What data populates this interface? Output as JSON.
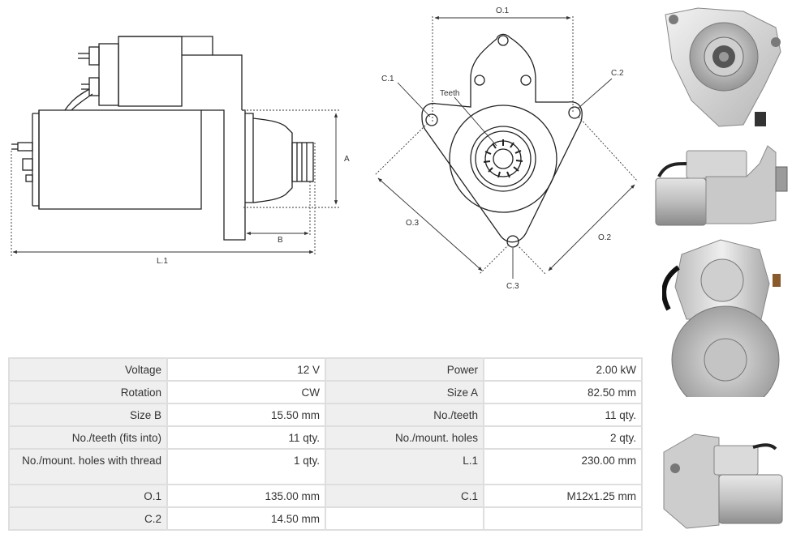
{
  "diagram": {
    "labels": {
      "A": "A",
      "B": "B",
      "L1": "L.1",
      "O1": "O.1",
      "O2": "O.2",
      "O3": "O.3",
      "C1": "C.1",
      "C2": "C.2",
      "C3": "C.3",
      "teeth": "Teeth"
    }
  },
  "specs": [
    [
      {
        "label": "Voltage",
        "value": "12 V"
      },
      {
        "label": "Power",
        "value": "2.00 kW"
      }
    ],
    [
      {
        "label": "Rotation",
        "value": "CW"
      },
      {
        "label": "Size A",
        "value": "82.50 mm"
      }
    ],
    [
      {
        "label": "Size B",
        "value": "15.50 mm"
      },
      {
        "label": "No./teeth",
        "value": "11 qty."
      }
    ],
    [
      {
        "label": "No./teeth (fits into)",
        "value": "11 qty."
      },
      {
        "label": "No./mount. holes",
        "value": "2 qty."
      }
    ],
    [
      {
        "label": "No./mount. holes with thread",
        "value": "1 qty."
      },
      {
        "label": "L.1",
        "value": "230.00 mm"
      }
    ],
    [
      {
        "label": "O.1",
        "value": "135.00 mm"
      },
      {
        "label": "C.1",
        "value": "M12x1.25 mm"
      }
    ],
    [
      {
        "label": "C.2",
        "value": "14.50 mm"
      },
      {
        "label": "",
        "value": ""
      }
    ]
  ],
  "photos": [
    "starter-front-view",
    "starter-side-view",
    "starter-rear-view",
    "starter-side-view-2"
  ]
}
